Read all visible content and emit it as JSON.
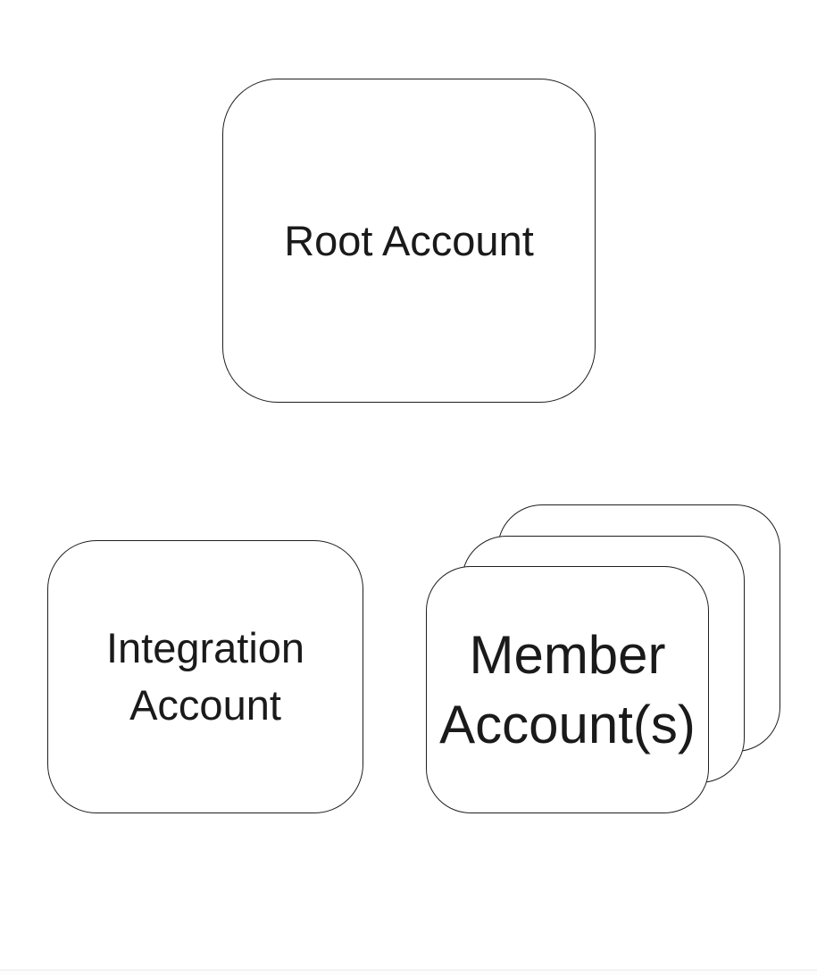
{
  "diagram": {
    "background_color": "#ffffff",
    "node_fill_color": "#ffffff",
    "node_stroke_color": "#1f1f1f",
    "text_color": "#1a1a1a",
    "nodes": {
      "root": {
        "label": "Root Account",
        "lines": [
          "Root Account"
        ]
      },
      "integration": {
        "label": "Integration Account",
        "lines": [
          "Integration",
          "Account"
        ]
      },
      "member": {
        "label": "Member Account(s)",
        "lines": [
          "Member",
          "Account(s)"
        ],
        "stack_count": 3
      }
    },
    "footer": {
      "divider_color": "#ebebeb"
    }
  }
}
